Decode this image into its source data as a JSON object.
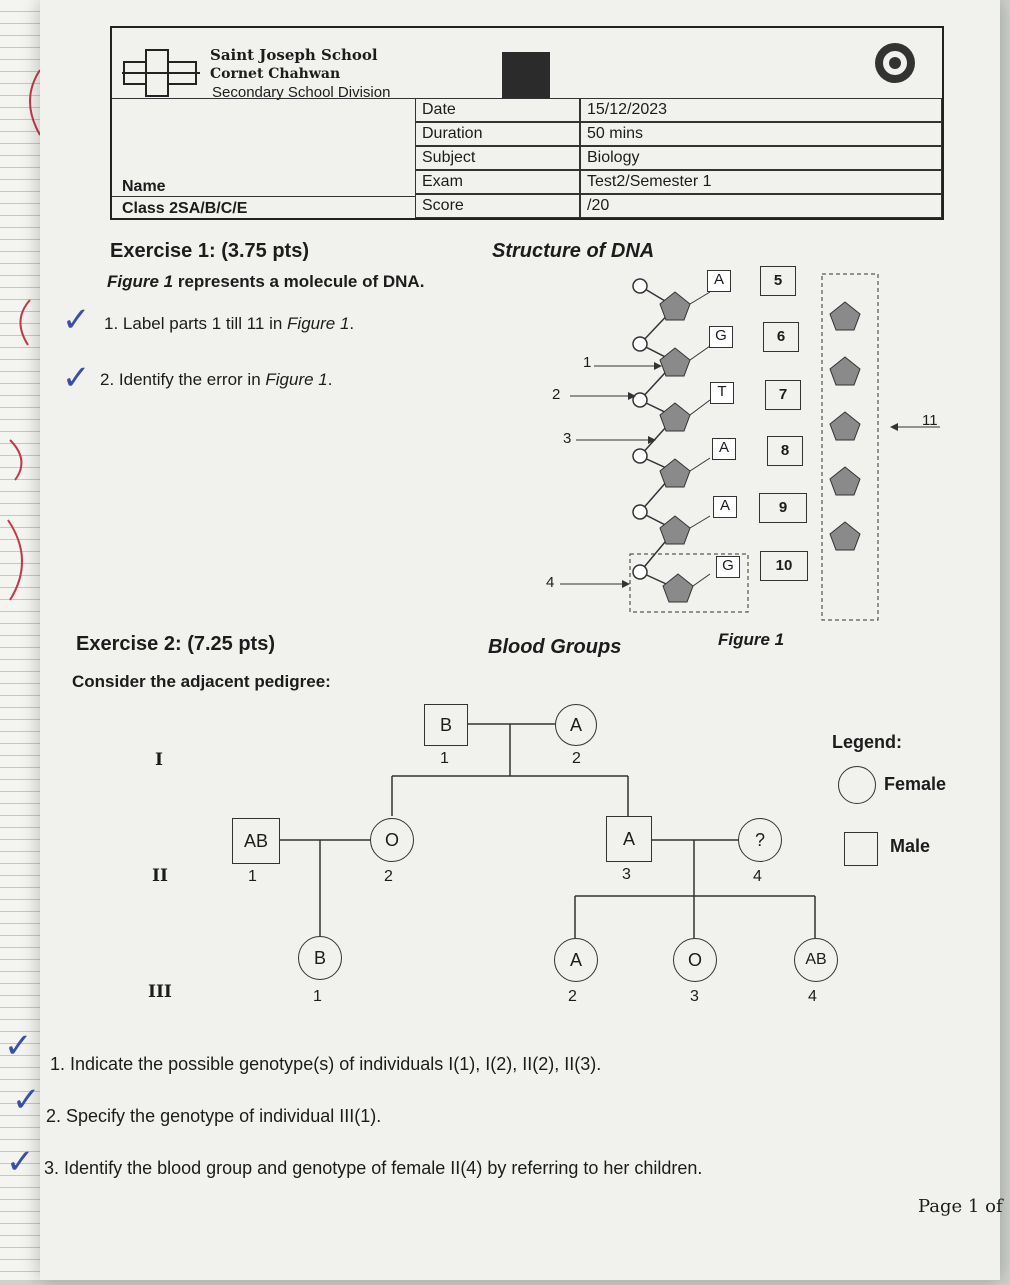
{
  "header": {
    "school_name": "Saint Joseph School",
    "school_location": "Cornet Chahwan",
    "division": "Secondary School Division",
    "fields": [
      {
        "label": "Date",
        "value": "15/12/2023"
      },
      {
        "label": "Duration",
        "value": "50 mins"
      },
      {
        "label": "Subject",
        "value": "Biology"
      },
      {
        "label": "Exam",
        "value": "Test2/Semester 1"
      },
      {
        "label": "Score",
        "value": "/20"
      }
    ],
    "name_label": "Name",
    "class_label": "Class  2SA/B/C/E"
  },
  "exercise1": {
    "title": "Exercise 1: (3.75 pts)",
    "figure_heading": "Structure of DNA",
    "intro_bold": "Figure 1",
    "intro_rest": " represents a molecule of DNA.",
    "questions": [
      {
        "num": "1.",
        "text": "Label parts 1 till 11 in ",
        "fig": "Figure 1",
        "end": "."
      },
      {
        "num": "2.",
        "text": "Identify the error in ",
        "fig": "Figure 1",
        "end": "."
      }
    ],
    "bases": [
      "A",
      "G",
      "T",
      "A",
      "A",
      "G"
    ],
    "boxes": [
      "5",
      "6",
      "7",
      "8",
      "9",
      "10"
    ],
    "pointers": [
      "1",
      "2",
      "3",
      "4"
    ],
    "label_11": "11",
    "figure_caption": "Figure 1"
  },
  "exercise2": {
    "title": "Exercise 2: (7.25 pts)",
    "figure_heading": "Blood Groups",
    "intro": "Consider the adjacent pedigree:",
    "generations": [
      "I",
      "II",
      "III"
    ],
    "gen1": [
      {
        "group": "B",
        "num": "1",
        "sex": "male"
      },
      {
        "group": "A",
        "num": "2",
        "sex": "female"
      }
    ],
    "gen2": [
      {
        "group": "AB",
        "num": "1",
        "sex": "male"
      },
      {
        "group": "O",
        "num": "2",
        "sex": "female"
      },
      {
        "group": "A",
        "num": "3",
        "sex": "male"
      },
      {
        "group": "?",
        "num": "4",
        "sex": "female"
      }
    ],
    "gen3": [
      {
        "group": "B",
        "num": "1",
        "sex": "female"
      },
      {
        "group": "A",
        "num": "2",
        "sex": "female"
      },
      {
        "group": "O",
        "num": "3",
        "sex": "female"
      },
      {
        "group": "AB",
        "num": "4",
        "sex": "female"
      }
    ],
    "legend": {
      "title": "Legend:",
      "female": "Female",
      "male": "Male"
    },
    "questions": [
      {
        "num": "1.",
        "text": "Indicate the possible genotype(s) of individuals I(1), I(2), II(2), II(3)."
      },
      {
        "num": "2.",
        "text": "Specify the genotype of individual III(1)."
      },
      {
        "num": "3.",
        "text": "Identify the blood group and genotype of female II(4)  by referring to her children."
      }
    ]
  },
  "footer": {
    "page": "Page 1 of"
  },
  "colors": {
    "ink_blue": "#3b4ea8",
    "ink_red": "#c23a4a",
    "sugar_gray": "#8a8a8a"
  }
}
